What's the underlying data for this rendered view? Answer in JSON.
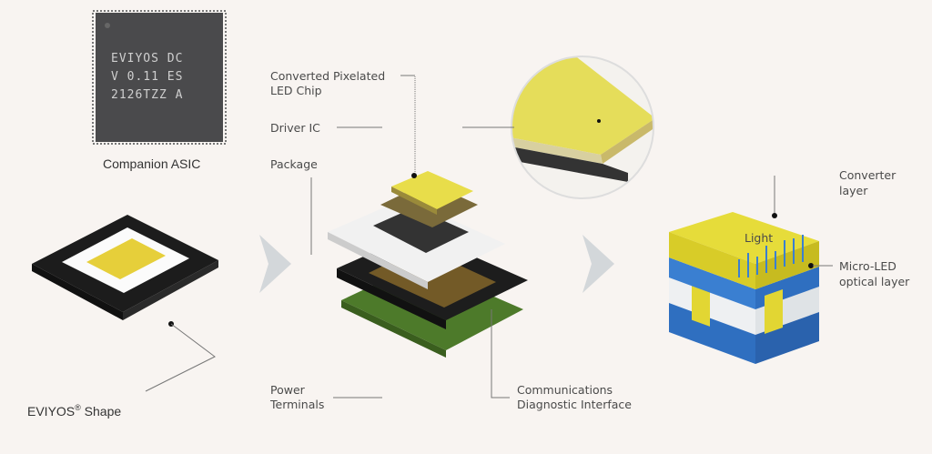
{
  "asic": {
    "marking": [
      "EVIYOS DC",
      "V 0.11 ES",
      "2126TZZ  A"
    ],
    "label": "Companion ASIC"
  },
  "shape": {
    "label_main": "EVIYOS",
    "label_reg": "®",
    "label_rest": " Shape"
  },
  "exploded": {
    "labels": {
      "converted_1": "Converted Pixelated",
      "converted_2": "LED Chip",
      "driver": "Driver IC",
      "package": "Package",
      "power_1": "Power",
      "power_2": "Terminals",
      "comm_1": "Communications",
      "comm_2": "Diagnostic Interface"
    }
  },
  "layers": {
    "light": "Light",
    "converter_1": "Converter",
    "converter_2": "layer",
    "microled_1": "Micro-LED",
    "microled_2": "optical layer"
  },
  "colors": {
    "background": "#f8f4f1",
    "yellow": "#e2d633",
    "blue": "#3a7fd1",
    "arrow": "#d3d7da"
  }
}
